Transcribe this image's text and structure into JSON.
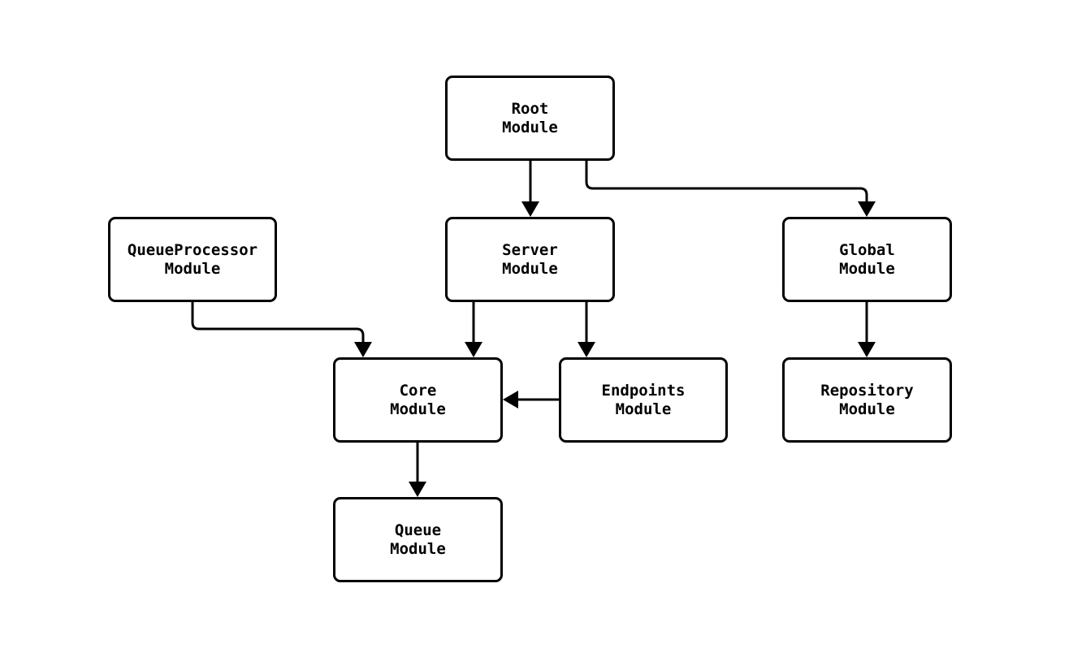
{
  "diagram": {
    "type": "module-dependency-graph",
    "background_color": "#ffffff",
    "node_border_color": "#000000",
    "node_fill_color": "#ffffff",
    "edge_color": "#000000",
    "nodes": {
      "root": {
        "label": "Root\nModule"
      },
      "queueprocessor": {
        "label": "QueueProcessor\nModule"
      },
      "server": {
        "label": "Server\nModule"
      },
      "global": {
        "label": "Global\nModule"
      },
      "core": {
        "label": "Core\nModule"
      },
      "endpoints": {
        "label": "Endpoints\nModule"
      },
      "repository": {
        "label": "Repository\nModule"
      },
      "queue": {
        "label": "Queue\nModule"
      }
    },
    "edges": [
      {
        "from": "Root Module",
        "to": "Server Module"
      },
      {
        "from": "Root Module",
        "to": "Global Module"
      },
      {
        "from": "QueueProcessor Module",
        "to": "Core Module"
      },
      {
        "from": "Server Module",
        "to": "Core Module"
      },
      {
        "from": "Server Module",
        "to": "Endpoints Module"
      },
      {
        "from": "Endpoints Module",
        "to": "Core Module"
      },
      {
        "from": "Global Module",
        "to": "Repository Module"
      },
      {
        "from": "Core Module",
        "to": "Queue Module"
      }
    ]
  }
}
